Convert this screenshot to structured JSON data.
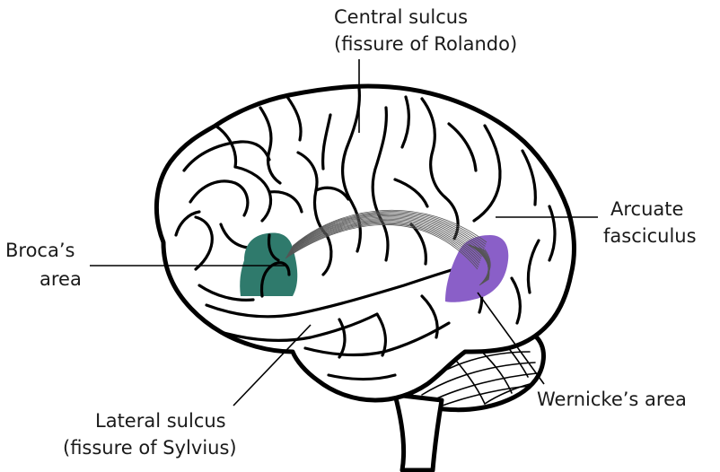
{
  "diagram": {
    "labels": {
      "central_sulcus": [
        "Central sulcus",
        "(fissure of Rolando)"
      ],
      "arcuate": [
        "Arcuate",
        "fasciculus"
      ],
      "broca": [
        "Broca’s",
        "area"
      ],
      "wernicke": "Wernicke’s area",
      "lateral_sulcus": [
        "Lateral sulcus",
        "(fissure of Sylvius)"
      ]
    },
    "colors": {
      "broca_fill": "#2f7a6c",
      "wernicke_fill": "#8a5fc8",
      "outline": "#000000",
      "background": "#ffffff"
    }
  }
}
